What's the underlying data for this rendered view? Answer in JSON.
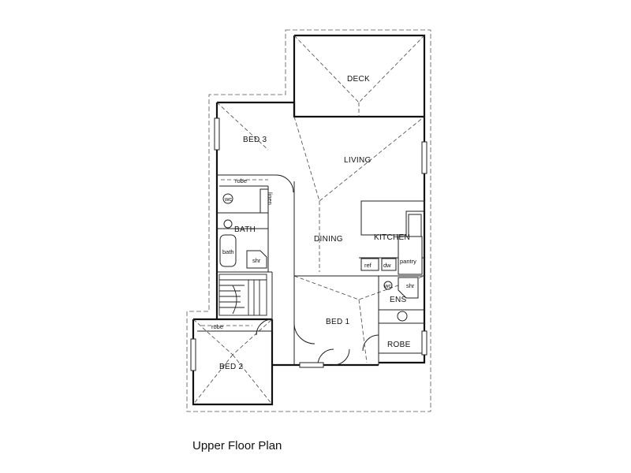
{
  "title": "Upper Floor Plan",
  "rooms": {
    "deck": "DECK",
    "bed3": "BED 3",
    "living": "LIVING",
    "dining": "DINING",
    "kitchen": "KITCHEN",
    "pantry": "pantry",
    "bath": "BATH",
    "bed1": "BED 1",
    "ens": "ENS",
    "robe_main": "ROBE",
    "bed2": "BED 2"
  },
  "fixtures": {
    "robe_bed3": "robe",
    "robe_bed2": "robe",
    "linen": "linen",
    "wc_bath": "wc",
    "bath_tub": "bath",
    "shr_bath": "shr",
    "shr_ens": "shr",
    "wc_ens": "wc",
    "ref": "ref",
    "dw": "dw"
  }
}
